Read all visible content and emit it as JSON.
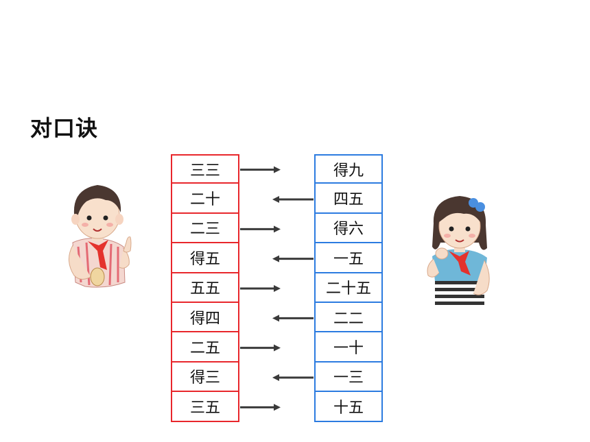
{
  "title": "对口诀",
  "left_column": [
    "三三",
    "二十",
    "二三",
    "得五",
    "五五",
    "得四",
    "二五",
    "得三",
    "三五"
  ],
  "right_column": [
    "得九",
    "四五",
    "得六",
    "一五",
    "二十五",
    "二二",
    "一十",
    "一三",
    "十五"
  ],
  "arrow_directions": [
    "right",
    "left",
    "right",
    "left",
    "right",
    "left",
    "right",
    "left",
    "right"
  ],
  "colors": {
    "left_border": "#e8262b",
    "right_border": "#2b7be0",
    "arrow": "#3a3a3a"
  },
  "illustrations": [
    "boy-icon",
    "girl-icon"
  ]
}
